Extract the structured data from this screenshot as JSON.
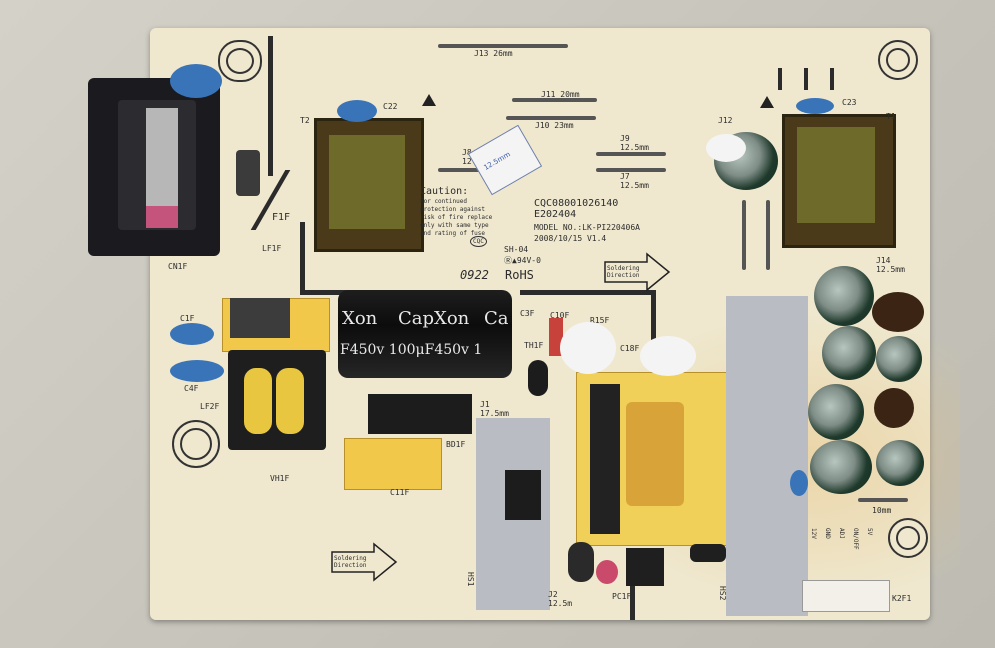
{
  "board": {
    "model_code": "CQC08001026140",
    "e_number": "E202404",
    "model_no": "MODEL NO.:LK-PI220406A",
    "date_version": "2008/10/15  V1.4",
    "sh_code": "SH-04",
    "ul_code": "Ⓡ▲94V-0",
    "rohs": "RoHS",
    "batch": "0922",
    "cqc_mark": "CQC"
  },
  "caution": {
    "title": "Caution:",
    "body": "For continued protection against risk of fire replace only with same type and rating of fuse"
  },
  "soldering": {
    "line1": "Soldering",
    "line2": "Direction"
  },
  "capacitor_main": {
    "brand": "CapXon",
    "brand_partial_left": "Xon",
    "brand_partial_right": "Ca",
    "rating": "F450v  100μF450v  1"
  },
  "sticker": {
    "text": "12.5mm"
  },
  "labels": {
    "j13": "J13   26mm",
    "j11": "J11   20mm",
    "j10": "J10   23mm",
    "j9": "J9",
    "j9_size": "12.5mm",
    "j7": "J7",
    "j7_size": "12.5mm",
    "j8": "J8",
    "j8_size": "12.5m",
    "j12": "J12",
    "j14": "J14",
    "j14_size": "12.5mm",
    "j1": "J1",
    "j1_size": "17.5mm",
    "j2": "J2",
    "j2_size": "12.5m",
    "c22": "C22",
    "c23": "C23",
    "t1": "T1",
    "t2": "T2",
    "f1f": "F1F",
    "lf1f": "LF1F",
    "lf2f": "LF2F",
    "c1f": "C1F",
    "c4f": "C4F",
    "cn1f": "CN1F",
    "bd1f": "BD1F",
    "c11f": "C11F",
    "c3f": "C3F",
    "c10f": "C10F",
    "r15f": "R15F",
    "c18f": "C18F",
    "th1f": "TH1F",
    "vh1f": "VH1F",
    "hs1": "HS1",
    "hs2": "HS2",
    "pc1f": "PC1F",
    "k2f1": "K2F1",
    "size_10mm": "10mm",
    "conn_pins": [
      "12V",
      "GND",
      "ADJ",
      "ON/OFF",
      "5V"
    ]
  },
  "colors": {
    "board": "#efe8cf",
    "silk": "#2c2c2c",
    "y_cap": "#3a74b8",
    "tape": "#f2c84b",
    "background": "#c9c7bd"
  }
}
